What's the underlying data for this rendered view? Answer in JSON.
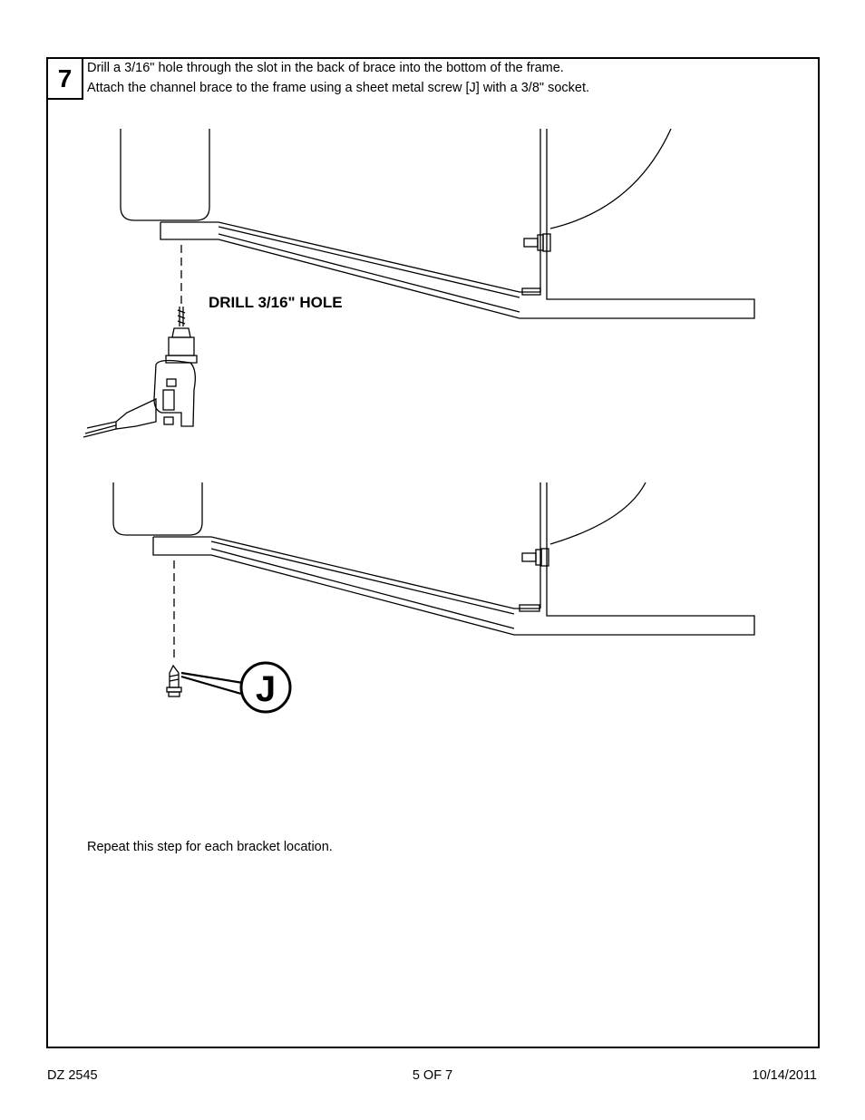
{
  "step": {
    "number": "7",
    "instructions": [
      "Drill a 3/16\" hole through the slot in the back of brace into the bottom of the frame.",
      "Attach the channel brace to the frame using a sheet metal screw [J] with a 3/8\" socket."
    ]
  },
  "figure1": {
    "drill_label": "DRILL 3/16\" HOLE"
  },
  "figure2": {
    "part_callout": "J"
  },
  "note": "Repeat this step for each bracket location.",
  "footer": {
    "doc_id": "DZ 2545",
    "page": "5 OF 7",
    "date": "10/14/2011"
  }
}
